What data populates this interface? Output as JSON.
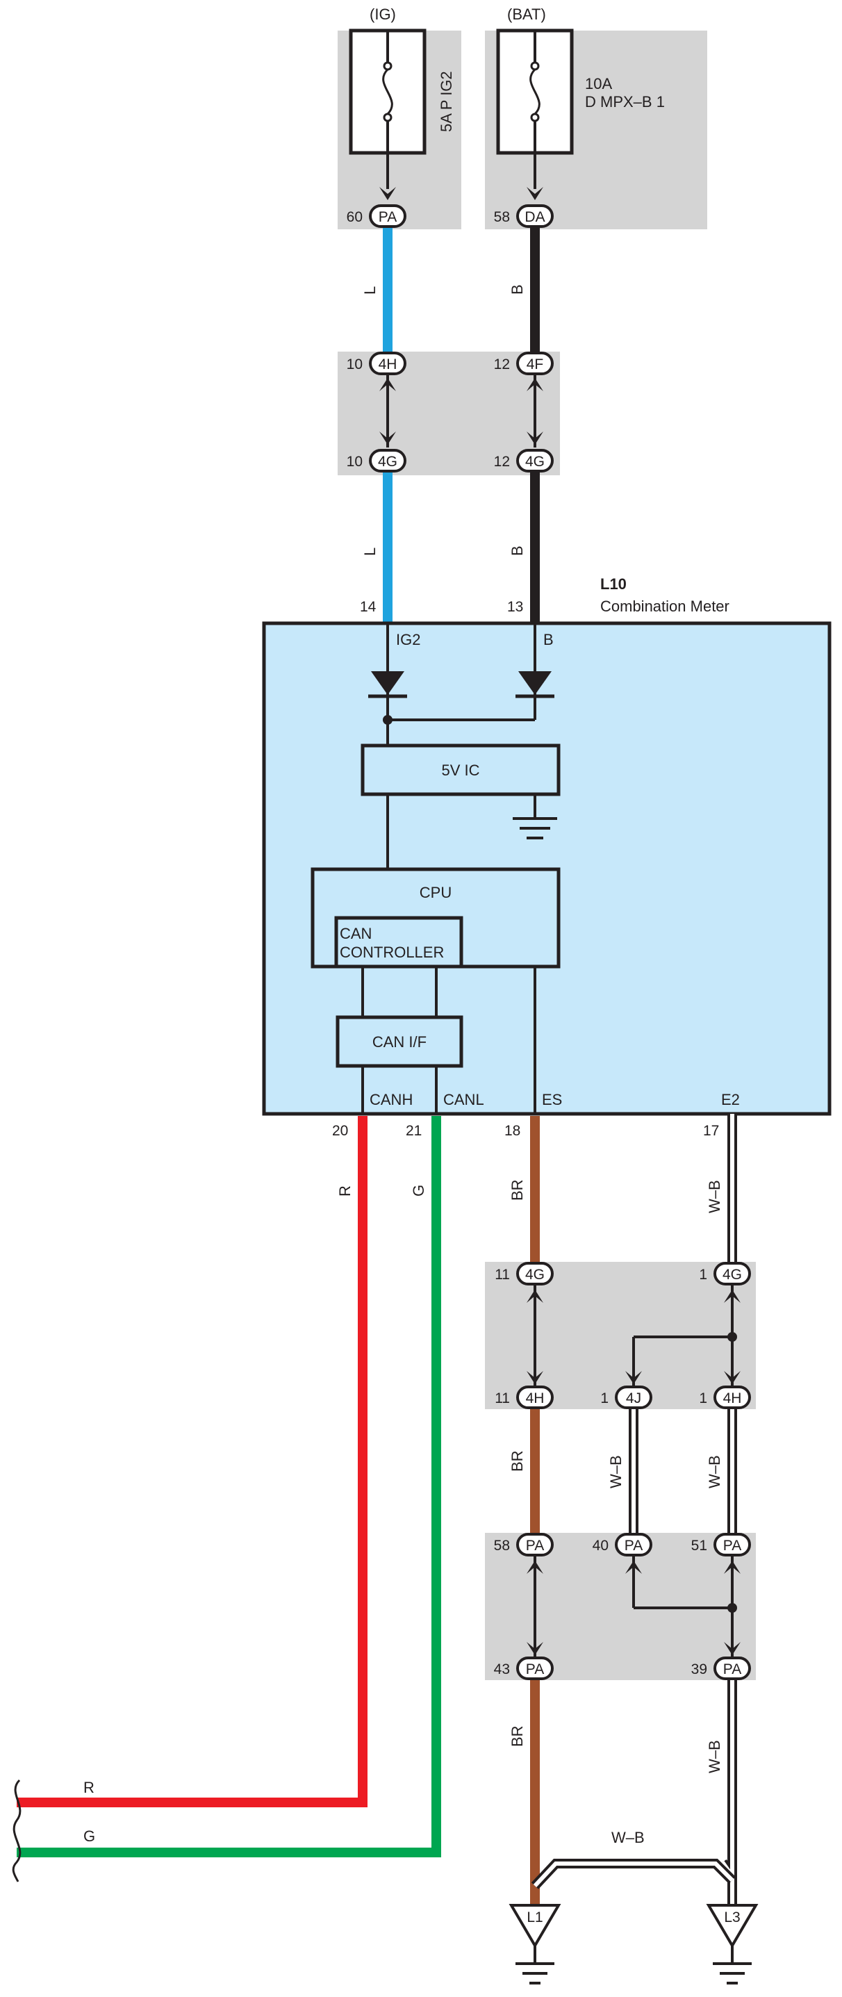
{
  "colors": {
    "wire_L": "#1fa3de",
    "wire_B": "#231f20",
    "wire_R": "#ed1c24",
    "wire_G": "#00a651",
    "wire_BR": "#a0522d",
    "wire_WB": "#ffffff",
    "component_fill": "#c7e8fa",
    "junction_fill": "#d4d4d4"
  },
  "sources": {
    "ig": {
      "label": "(IG)",
      "fuse": "5A P IG2",
      "pin": "60",
      "connector": "PA"
    },
    "bat": {
      "label": "(BAT)",
      "fuse_amp": "10A",
      "fuse_name": "D MPX–B 1",
      "pin": "58",
      "connector": "DA"
    }
  },
  "wires": {
    "L": "L",
    "B": "B",
    "R": "R",
    "G": "G",
    "BR": "BR",
    "WB": "W–B"
  },
  "junction_1": {
    "top": [
      {
        "pin": "10",
        "connector": "4H"
      },
      {
        "pin": "12",
        "connector": "4F"
      }
    ],
    "bottom": [
      {
        "pin": "10",
        "connector": "4G"
      },
      {
        "pin": "12",
        "connector": "4G"
      }
    ]
  },
  "meter": {
    "id": "L10",
    "name": "Combination Meter",
    "pin_ig2": "14",
    "pin_b": "13",
    "term_ig2": "IG2",
    "term_b": "B",
    "ic": "5V IC",
    "cpu": "CPU",
    "can_controller_1": "CAN",
    "can_controller_2": "CONTROLLER",
    "can_if": "CAN I/F",
    "terms_bottom": [
      "CANH",
      "CANL",
      "ES",
      "E2"
    ],
    "pins_bottom": [
      "20",
      "21",
      "18",
      "17"
    ]
  },
  "junction_2": {
    "top": [
      {
        "pin": "11",
        "connector": "4G"
      },
      {
        "pin": "1",
        "connector": "4G"
      }
    ],
    "bottom": [
      {
        "pin": "11",
        "connector": "4H"
      },
      {
        "pin": "1",
        "connector": "4J"
      },
      {
        "pin": "1",
        "connector": "4H"
      }
    ]
  },
  "junction_3": {
    "top": [
      {
        "pin": "58",
        "connector": "PA"
      },
      {
        "pin": "40",
        "connector": "PA"
      },
      {
        "pin": "51",
        "connector": "PA"
      }
    ],
    "bottom": [
      {
        "pin": "43",
        "connector": "PA"
      },
      {
        "pin": "39",
        "connector": "PA"
      }
    ]
  },
  "grounds": {
    "left": "L1",
    "right": "L3"
  }
}
